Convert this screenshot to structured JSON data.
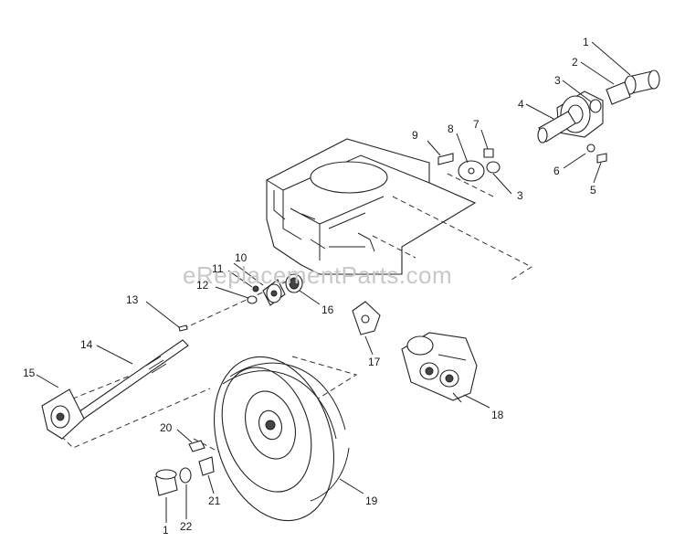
{
  "watermark": "eReplacementParts.com",
  "callouts": [
    {
      "id": "c1a",
      "text": "1"
    },
    {
      "id": "c2",
      "text": "2"
    },
    {
      "id": "c3a",
      "text": "3"
    },
    {
      "id": "c4",
      "text": "4"
    },
    {
      "id": "c6",
      "text": "6"
    },
    {
      "id": "c5",
      "text": "5"
    },
    {
      "id": "c7",
      "text": "7"
    },
    {
      "id": "c8",
      "text": "8"
    },
    {
      "id": "c9",
      "text": "9"
    },
    {
      "id": "c3b",
      "text": "3"
    },
    {
      "id": "c10",
      "text": "10"
    },
    {
      "id": "c11",
      "text": "11"
    },
    {
      "id": "c12",
      "text": "12"
    },
    {
      "id": "c16",
      "text": "16"
    },
    {
      "id": "c13",
      "text": "13"
    },
    {
      "id": "c17",
      "text": "17"
    },
    {
      "id": "c14",
      "text": "14"
    },
    {
      "id": "c15",
      "text": "15"
    },
    {
      "id": "c18",
      "text": "18"
    },
    {
      "id": "c20",
      "text": "20"
    },
    {
      "id": "c19",
      "text": "19"
    },
    {
      "id": "c21",
      "text": "21"
    },
    {
      "id": "c1b",
      "text": "1"
    },
    {
      "id": "c22",
      "text": "22"
    }
  ]
}
